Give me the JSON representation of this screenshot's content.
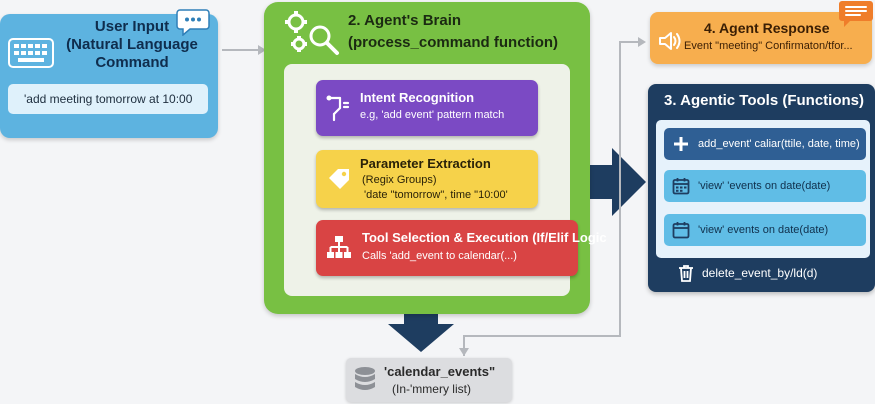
{
  "user_input": {
    "title_line1": "User Input",
    "title_line2": "(Natural Language",
    "title_line3": "Command",
    "example": "'add meeting tomorrow at 10:00"
  },
  "brain": {
    "title_line1": "2. Agent's Brain",
    "title_line2": "(process_command function)",
    "steps": [
      {
        "title": "Intent Recognition",
        "lines": [
          "e.g, 'add event' pattern match"
        ]
      },
      {
        "title": "Parameter Extraction",
        "lines": [
          "(Regix Groups)",
          "'date \"tomorrow\", time \"10:00'"
        ]
      },
      {
        "title": "Tool Selection & Execution (If/Elif Logic",
        "lines": [
          "Calls 'add_event to calendar(...)"
        ]
      }
    ]
  },
  "response": {
    "title": "4. Agent Response",
    "text": "Event \"meeting\" Confirmaton/tfor..."
  },
  "tools": {
    "title": "3. Agentic Tools (Functions)",
    "items": [
      {
        "label": "add_event' caliar(ttile, date, time)"
      },
      {
        "label": "'view' 'events on date(date)"
      },
      {
        "label": "'view' events on date(date)"
      }
    ],
    "delete_label": "delete_event_by/ld(d)"
  },
  "storage": {
    "title": "'calendar_events\"",
    "subtitle": "(In-'mmery list)"
  },
  "colors": {
    "user_input": "#5db3e0",
    "brain": "#78c043",
    "intent": "#7b4ac4",
    "parameter": "#f6d24a",
    "tool_selection": "#d94444",
    "response": "#f7ae4e",
    "tools": "#1e3d60",
    "arrow": "#1e3d60"
  }
}
